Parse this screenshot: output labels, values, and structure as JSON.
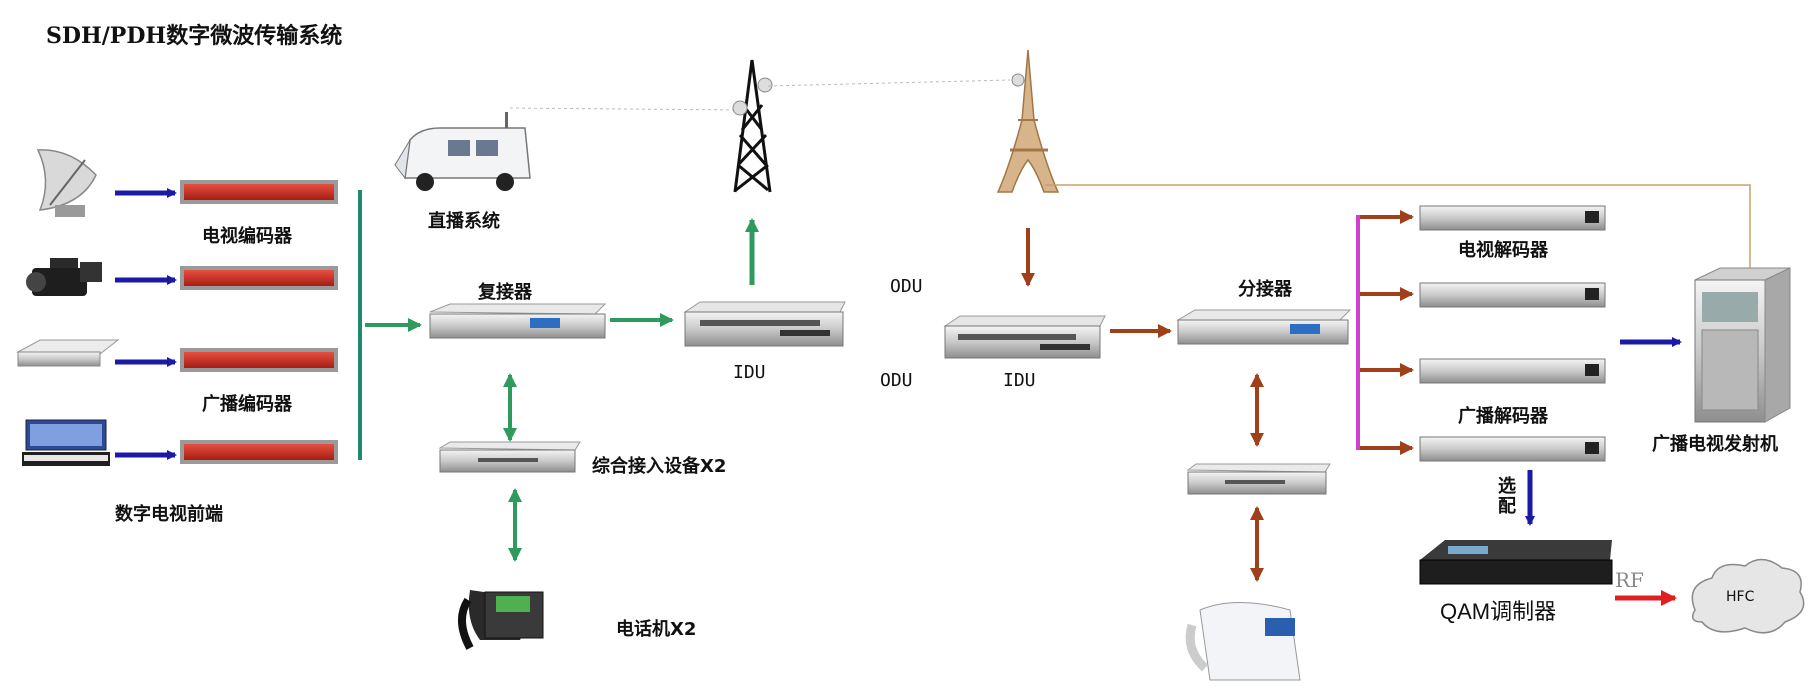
{
  "title": "SDH/PDH数字微波传输系统",
  "labels": {
    "tv_encoder": "电视编码器",
    "radio_encoder": "广播编码器",
    "front_end": "数字电视前端",
    "live_system": "直播系统",
    "multiplexer": "复接器",
    "integrated_access": "综合接入设备X2",
    "phone": "电话机X2",
    "idu_left": "IDU",
    "odu_top": "ODU",
    "odu_bottom": "ODU",
    "idu_right": "IDU",
    "demultiplexer": "分接器",
    "tv_decoder": "电视解码器",
    "radio_decoder": "广播解码器",
    "transmitter": "广播电视发射机",
    "optional": "选配",
    "qam": "QAM调制器",
    "rf": "RF",
    "hfc": "HFC"
  },
  "colors": {
    "blue_arrow": "#1a1aa6",
    "green_arrow": "#2e9a5e",
    "brown_arrow": "#a0401a",
    "red_arrow": "#e02020",
    "pink_bus": "#d040d0",
    "teal_bus": "#1f8a72",
    "link_line": "#c8a070",
    "device_red": "#c8281e"
  },
  "icons": [
    "satellite-dish-icon",
    "video-camera-icon",
    "receiver-icon",
    "keyboard-icon",
    "ambulance-van-icon",
    "lattice-tower-icon",
    "eiffel-tower-icon",
    "desk-phone-icon",
    "white-phone-icon",
    "transmitter-cabinet-icon",
    "hfc-cloud-icon"
  ]
}
